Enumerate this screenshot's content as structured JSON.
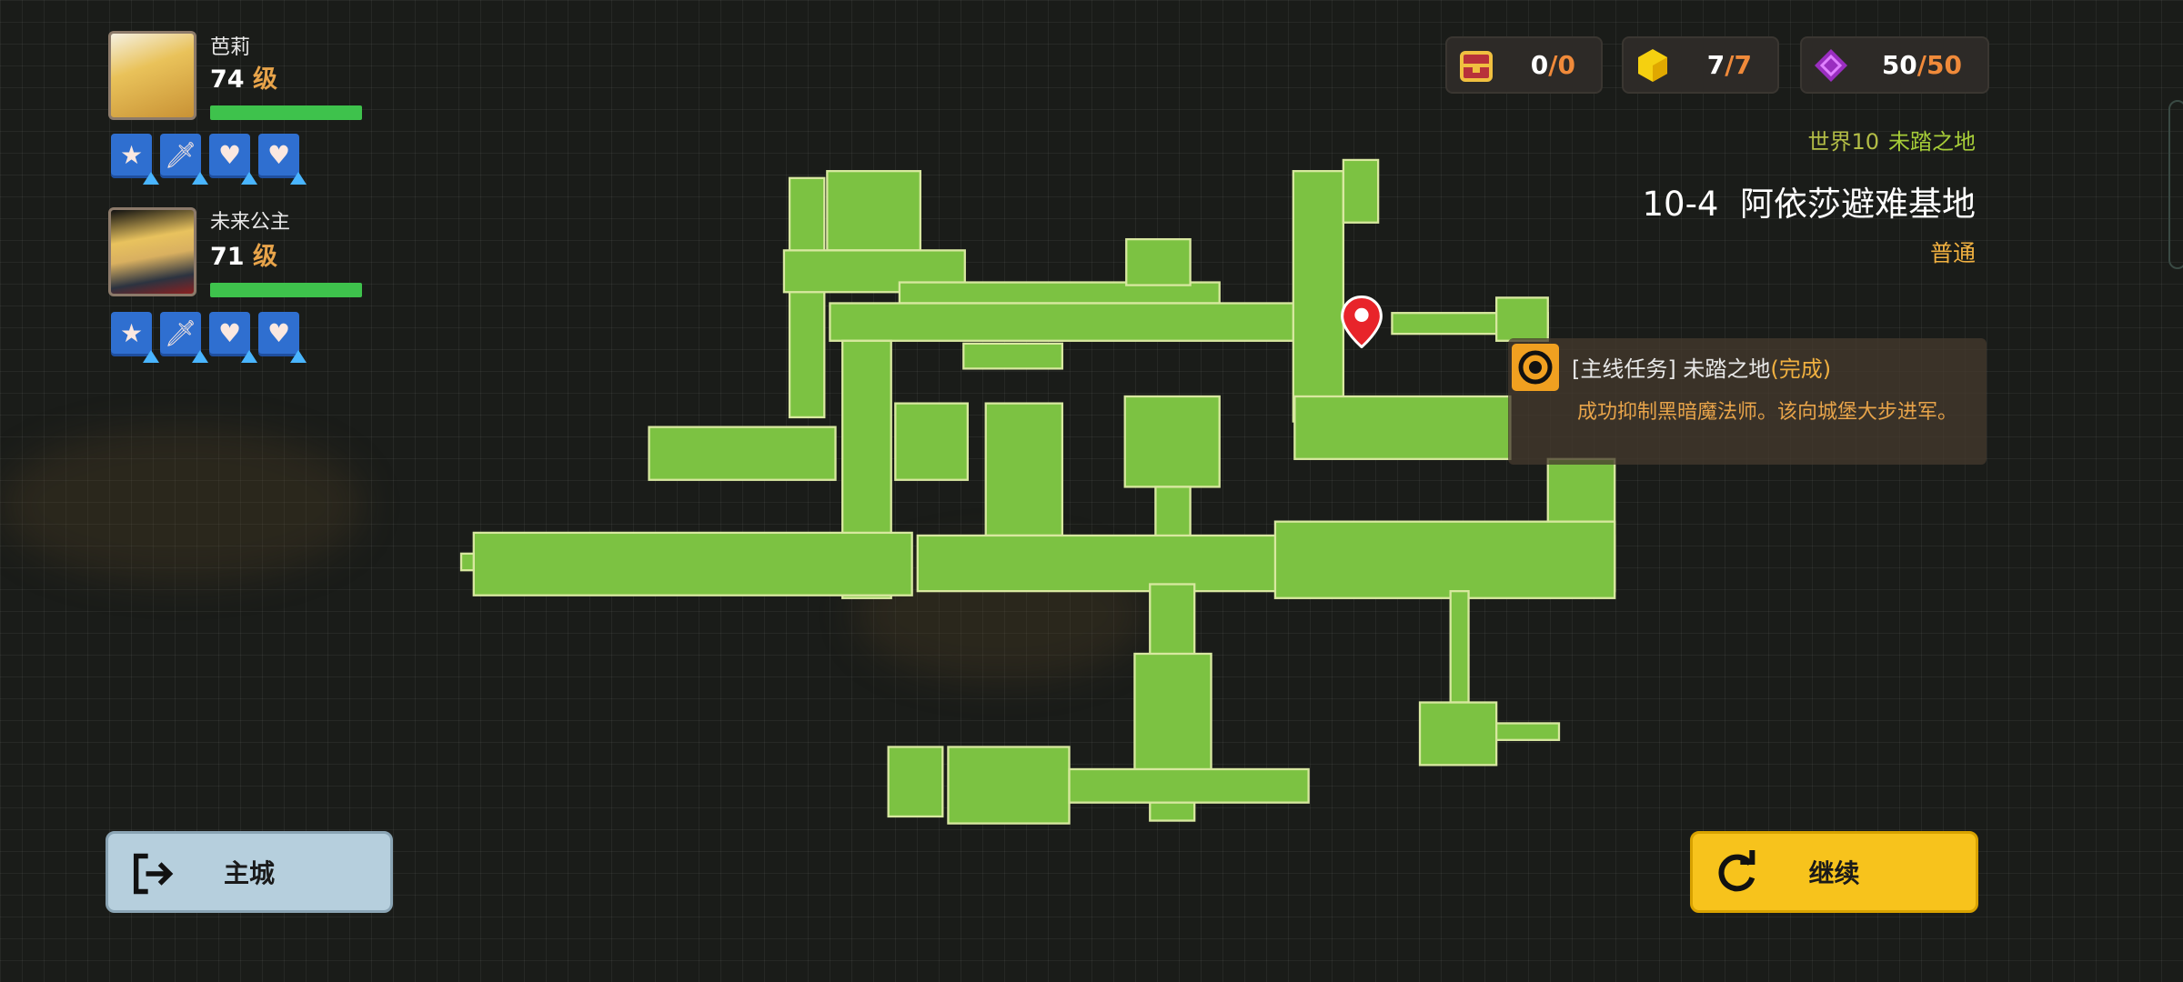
{
  "heroes": [
    {
      "name": "芭莉",
      "level": "74",
      "level_suffix": "级",
      "hp_fraction": 1.0,
      "skills": [
        "star-icon",
        "sword-icon",
        "heart-icon",
        "heart-icon"
      ]
    },
    {
      "name": "未来公主",
      "level": "71",
      "level_suffix": "级",
      "hp_fraction": 1.0,
      "skills": [
        "star-icon",
        "sword-icon",
        "heart-icon",
        "heart-icon"
      ]
    }
  ],
  "stats": [
    {
      "icon": "treasure-chest-icon",
      "current": "0",
      "max": "/0"
    },
    {
      "icon": "gold-cube-icon",
      "current": "7",
      "max": "/7"
    },
    {
      "icon": "purple-crystal-icon",
      "current": "50",
      "max": "/50"
    }
  ],
  "stage": {
    "world": "世界10",
    "world_name": "未踏之地",
    "title": "10-4  阿依莎避难基地",
    "difficulty": "普通"
  },
  "quest": {
    "title": "[主线任务] 未踏之地",
    "status": "(完成)",
    "description": "成功抑制黑暗魔法师。该向城堡大步进军。"
  },
  "buttons": {
    "home": "主城",
    "continue": "继续"
  },
  "colors": {
    "map": "#7cc242",
    "accent": "#f08a3a",
    "continue": "#f7c31c"
  }
}
